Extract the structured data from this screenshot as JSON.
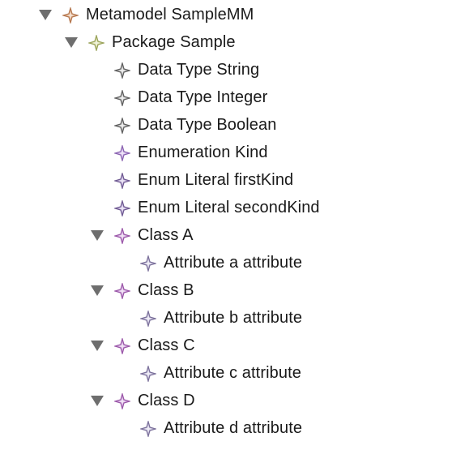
{
  "colors": {
    "metamodel": "#b5774f",
    "package": "#9aa35a",
    "datatype": "#5f5f5f",
    "enum": "#8a62b0",
    "classnode": "#9a56a8",
    "attribute": "#7a6f9a",
    "twisty": "#6e6e6e"
  },
  "tree": {
    "root": {
      "label": "Metamodel SampleMM",
      "icon": "metamodel-icon",
      "expanded": true
    },
    "package": {
      "label": "Package Sample",
      "icon": "package-icon",
      "expanded": true
    },
    "items": [
      {
        "label": "Data Type String",
        "icon": "datatype-icon"
      },
      {
        "label": "Data Type Integer",
        "icon": "datatype-icon"
      },
      {
        "label": "Data Type Boolean",
        "icon": "datatype-icon"
      },
      {
        "label": "Enumeration Kind",
        "icon": "enumeration-icon"
      },
      {
        "label": "Enum Literal firstKind",
        "icon": "enum-literal-icon"
      },
      {
        "label": "Enum Literal secondKind",
        "icon": "enum-literal-icon"
      }
    ],
    "classes": [
      {
        "label": "Class A",
        "icon": "class-icon",
        "expanded": true,
        "attribute": {
          "label": "Attribute a attribute",
          "icon": "attribute-icon"
        }
      },
      {
        "label": "Class B",
        "icon": "class-icon",
        "expanded": true,
        "attribute": {
          "label": "Attribute b attribute",
          "icon": "attribute-icon"
        }
      },
      {
        "label": "Class C",
        "icon": "class-icon",
        "expanded": true,
        "attribute": {
          "label": "Attribute c attribute",
          "icon": "attribute-icon"
        }
      },
      {
        "label": "Class D",
        "icon": "class-icon",
        "expanded": true,
        "attribute": {
          "label": "Attribute d attribute",
          "icon": "attribute-icon"
        }
      }
    ]
  }
}
